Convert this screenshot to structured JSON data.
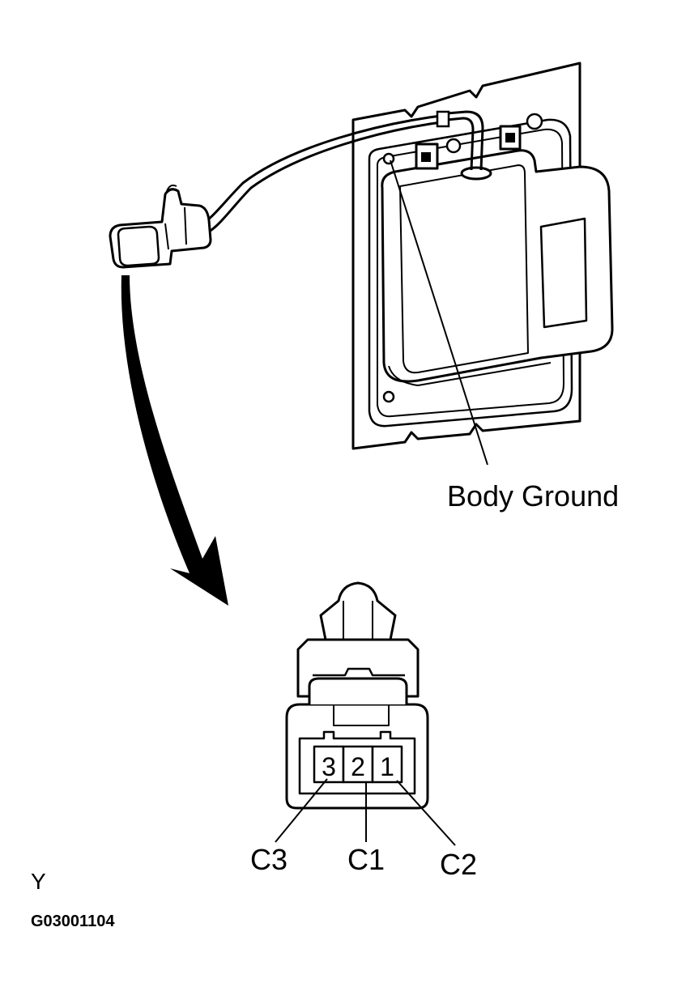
{
  "labels": {
    "body_ground": "Body Ground",
    "pins": [
      "3",
      "2",
      "1"
    ],
    "terminals": [
      "C3",
      "C1",
      "C2"
    ],
    "view_letter": "Y",
    "figure_code": "G03001104"
  },
  "colors": {
    "ink": "#000000",
    "paper": "#ffffff"
  }
}
